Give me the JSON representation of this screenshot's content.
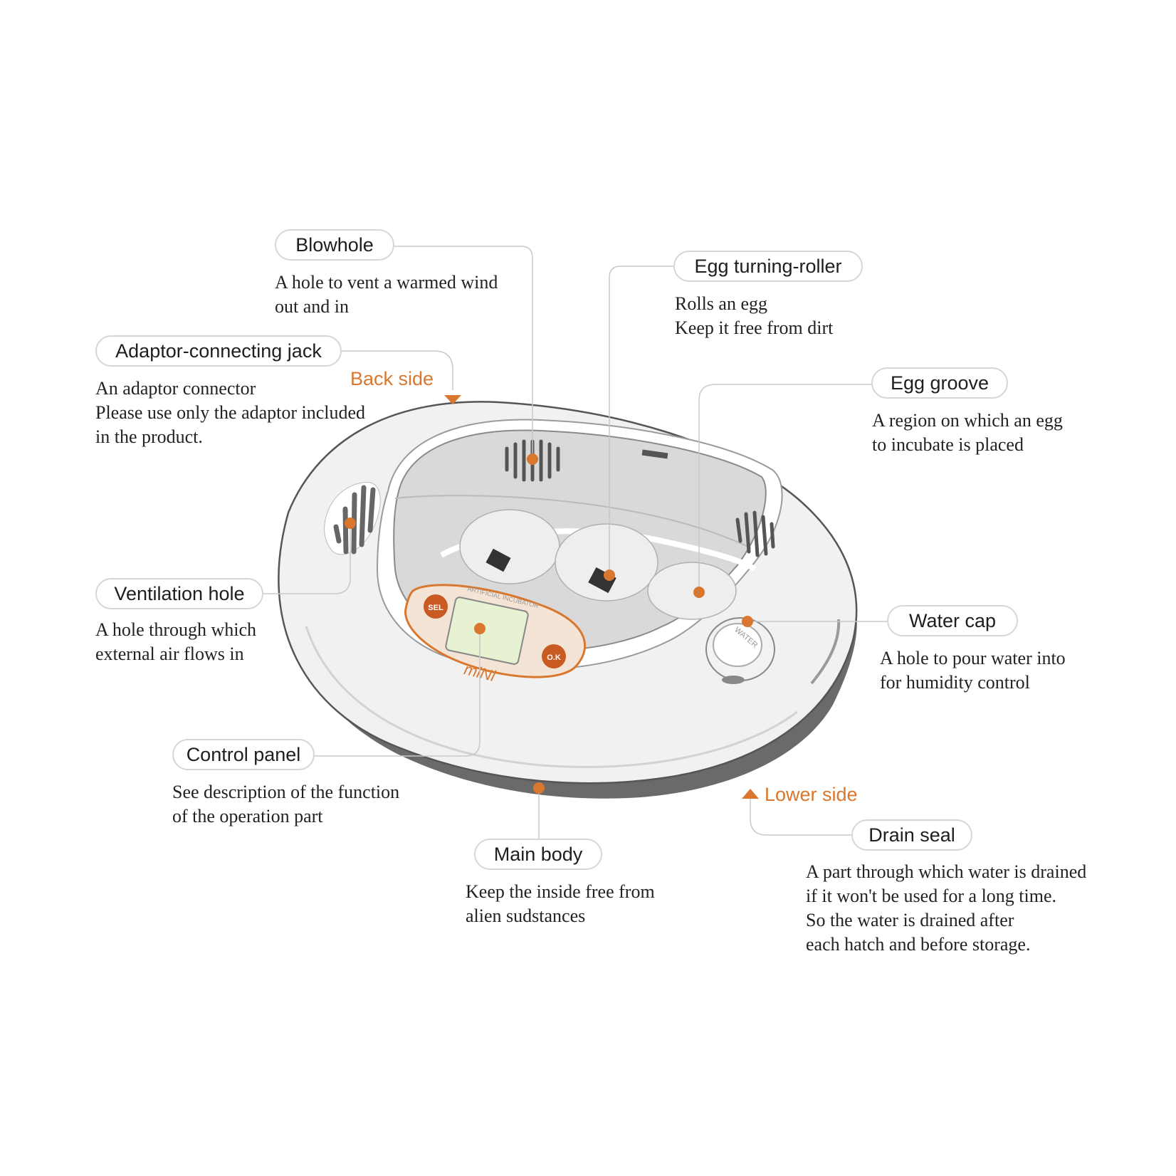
{
  "colors": {
    "accent": "#d9772e",
    "pill_border": "#d6d6d6",
    "body": "#f1f1f1",
    "text": "#1e1e1e"
  },
  "side_labels": {
    "back": "Back side",
    "lower": "Lower side"
  },
  "device": {
    "buttons": {
      "sel": "SEL",
      "ok": "O.K"
    },
    "panel_caption": "ARTIFICIAL INCUBATOR",
    "logo": "miNi",
    "water_cap_text": "WATER"
  },
  "parts": [
    {
      "id": "blowhole",
      "title": "Blowhole",
      "desc": [
        "A hole to vent a warmed wind",
        "out and in"
      ]
    },
    {
      "id": "egg-turning-roller",
      "title": "Egg turning-roller",
      "desc": [
        "Rolls an egg",
        "Keep it free from dirt"
      ]
    },
    {
      "id": "adaptor-connecting-jack",
      "title": "Adaptor-connecting jack",
      "desc": [
        "An adaptor connector",
        "Please use only the adaptor included",
        "in the product."
      ]
    },
    {
      "id": "egg-groove",
      "title": "Egg groove",
      "desc": [
        "A region on which an egg",
        "to incubate is placed"
      ]
    },
    {
      "id": "ventilation-hole",
      "title": "Ventilation hole",
      "desc": [
        "A hole through which",
        "external air flows in"
      ]
    },
    {
      "id": "water-cap",
      "title": "Water  cap",
      "desc": [
        "A hole to pour water into",
        "for humidity  control"
      ]
    },
    {
      "id": "control-panel",
      "title": "Control panel",
      "desc": [
        "See description of the function",
        "of the operation part"
      ]
    },
    {
      "id": "main-body",
      "title": "Main body",
      "desc": [
        "Keep the inside free from",
        "alien sudstances"
      ]
    },
    {
      "id": "drain-seal",
      "title": "Drain seal",
      "desc": [
        "A part through which water is drained",
        "if it won't be used for a long time.",
        "So the water is drained after",
        "each hatch and before storage."
      ]
    }
  ]
}
